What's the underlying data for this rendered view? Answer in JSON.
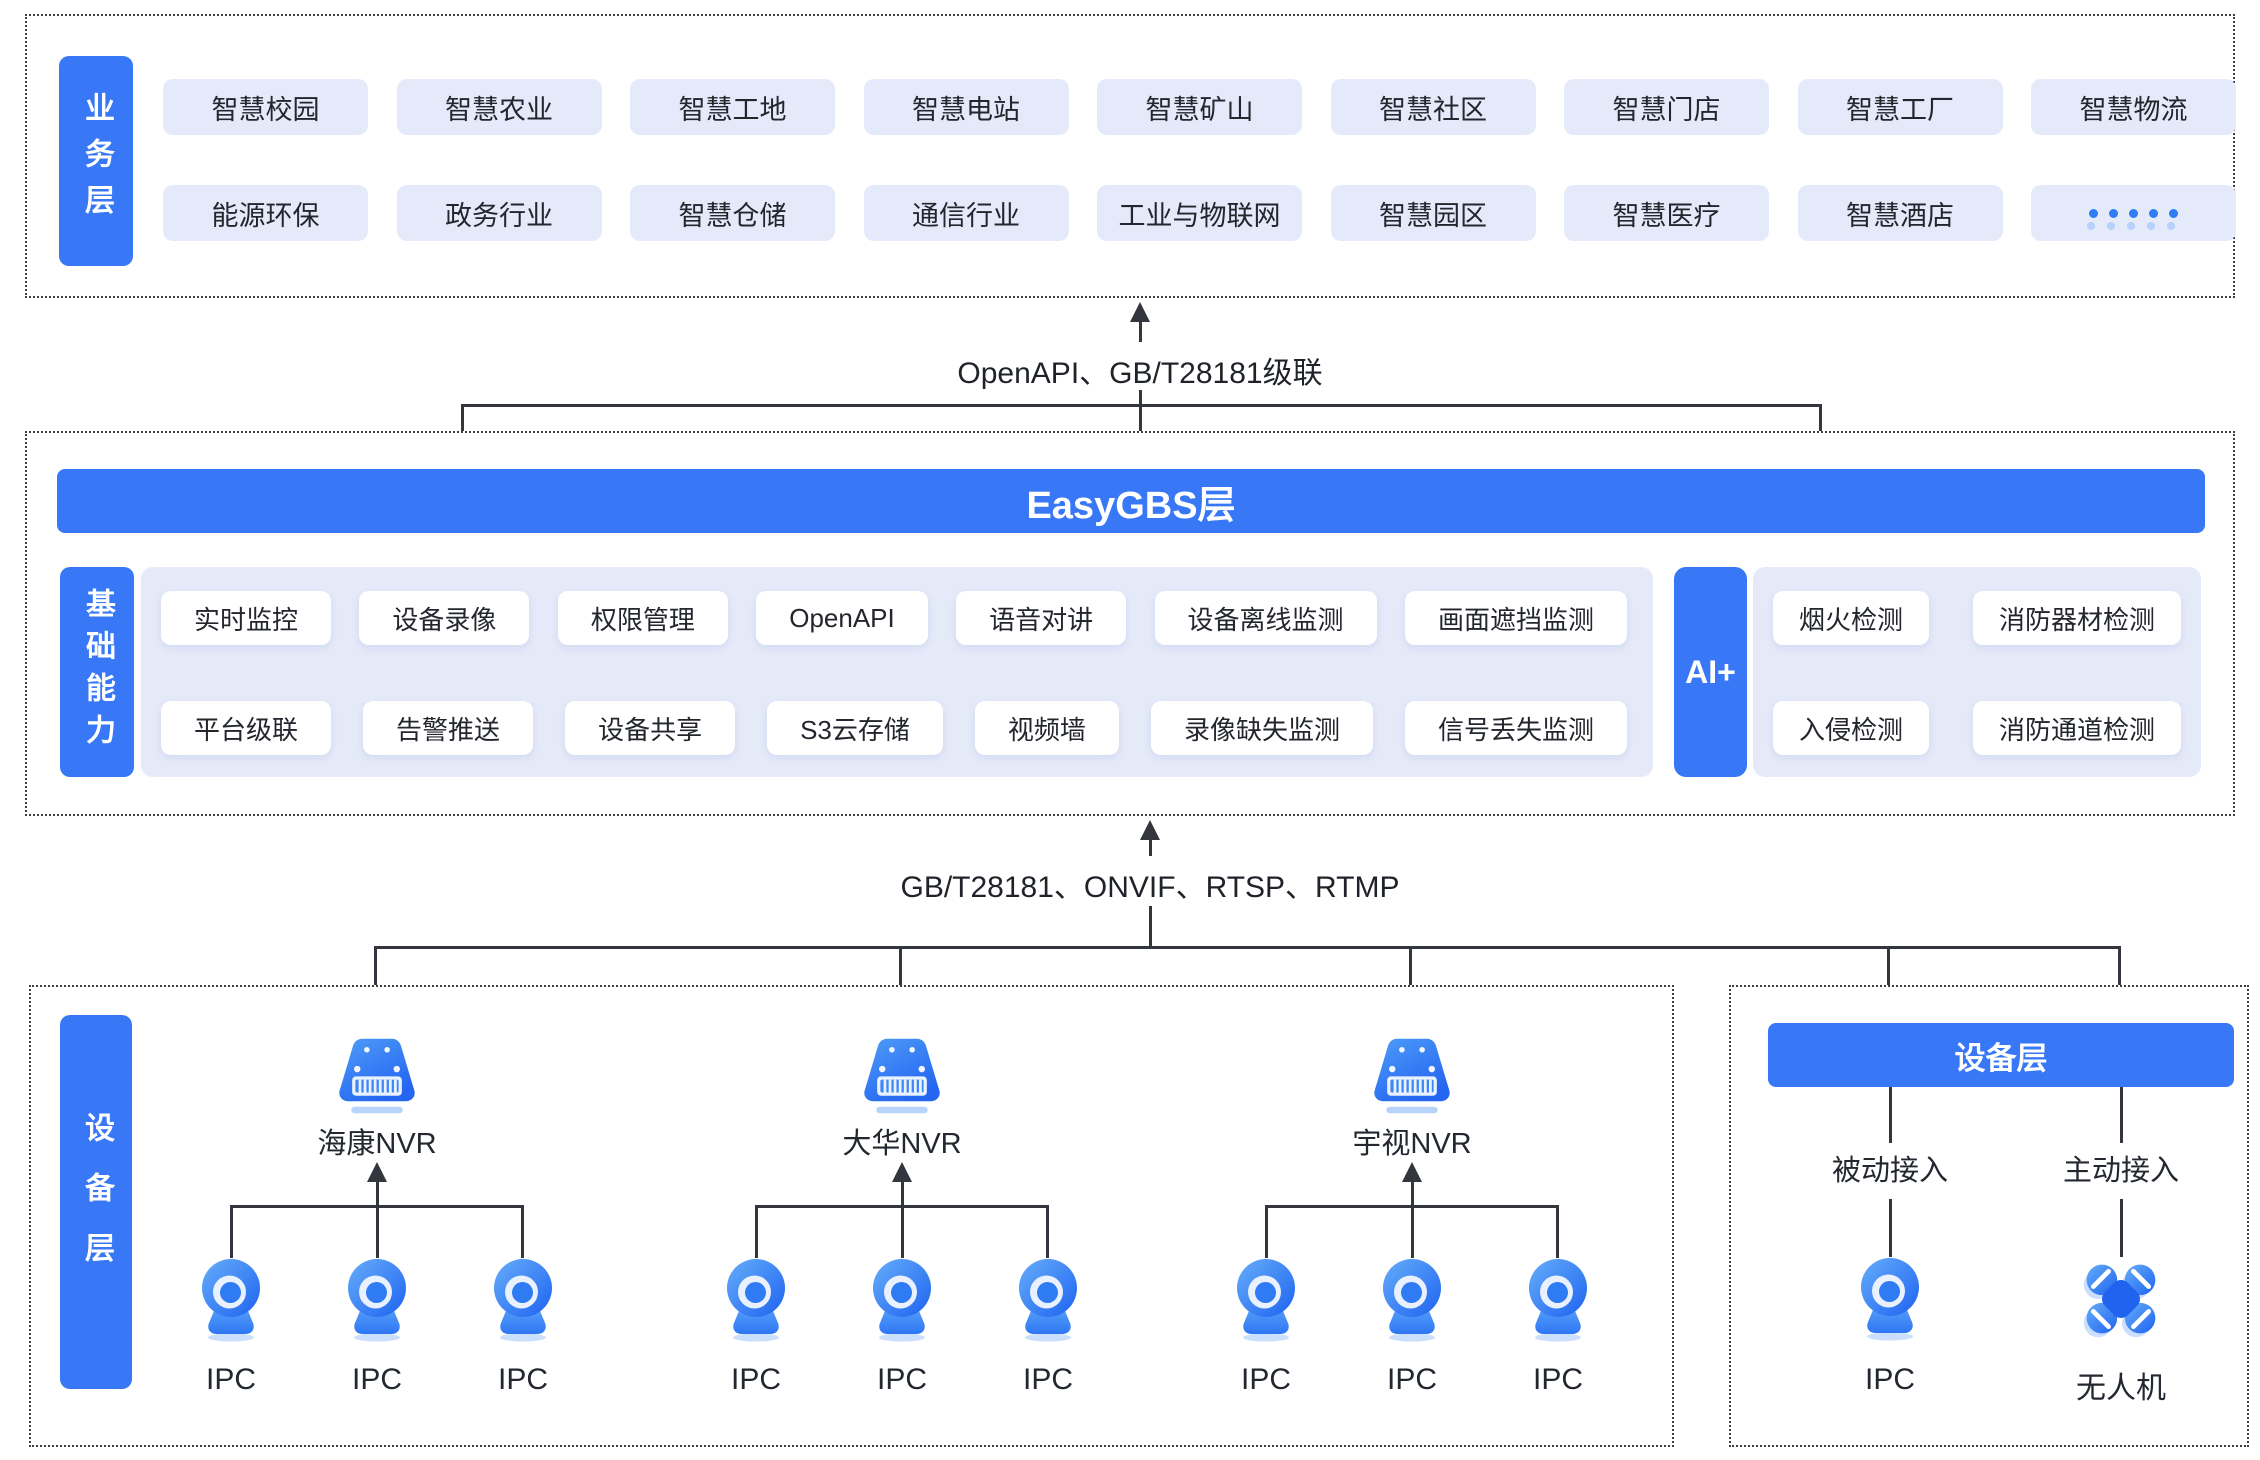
{
  "colors": {
    "accent_blue": "#3878F6",
    "panel_tint": "#E5EAF9",
    "chip_tint": "#E4EAFA",
    "line_dark": "#33373D",
    "text_dark": "#23262D",
    "dots_blue": "#2F7CF5"
  },
  "business_layer": {
    "label": "业务层",
    "row1": [
      "智慧校园",
      "智慧农业",
      "智慧工地",
      "智慧电站",
      "智慧矿山",
      "智慧社区",
      "智慧门店",
      "智慧工厂",
      "智慧物流"
    ],
    "row2": [
      "能源环保",
      "政务行业",
      "智慧仓储",
      "通信行业",
      "工业与物联网",
      "智慧园区",
      "智慧医疗",
      "智慧酒店"
    ],
    "more_indicator": "•••••"
  },
  "connector_top": {
    "label": "OpenAPI、GB/T28181级联"
  },
  "easygbs_layer": {
    "title": "EasyGBS层"
  },
  "capabilities": {
    "label": "基础能力",
    "row1": [
      "实时监控",
      "设备录像",
      "权限管理",
      "OpenAPI",
      "语音对讲",
      "设备离线监测",
      "画面遮挡监测"
    ],
    "row2": [
      "平台级联",
      "告警推送",
      "设备共享",
      "S3云存储",
      "视频墙",
      "录像缺失监测",
      "信号丢失监测"
    ]
  },
  "ai_plus": {
    "label": "AI+",
    "row1": [
      "烟火检测",
      "消防器材检测"
    ],
    "row2": [
      "入侵检测",
      "消防通道检测"
    ]
  },
  "connector_bottom": {
    "label": "GB/T28181、ONVIF、RTSP、RTMP"
  },
  "device_layer_left": {
    "label": "设备层",
    "groups": [
      {
        "name": "海康NVR",
        "ipcs": [
          "IPC",
          "IPC",
          "IPC"
        ]
      },
      {
        "name": "大华NVR",
        "ipcs": [
          "IPC",
          "IPC",
          "IPC"
        ]
      },
      {
        "name": "宇视NVR",
        "ipcs": [
          "IPC",
          "IPC",
          "IPC"
        ]
      }
    ]
  },
  "device_layer_right": {
    "header": "设备层",
    "columns": [
      {
        "mode": "被动接入",
        "device": "IPC"
      },
      {
        "mode": "主动接入",
        "device": "无人机"
      }
    ]
  },
  "icons": {
    "nvr": "nvr-recorder-icon",
    "ipc": "webcam-icon",
    "drone": "drone-icon",
    "more": "more-dots-icon"
  }
}
